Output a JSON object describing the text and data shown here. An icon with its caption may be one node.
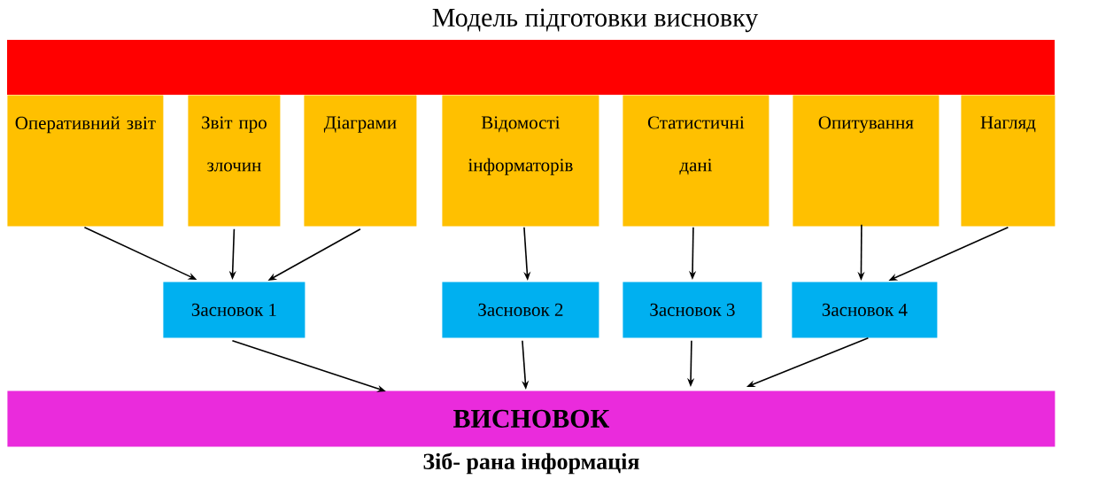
{
  "diagram": {
    "title": "Модель підготовки висновку",
    "nodes": [
      {
        "text": [
          "Оперативний звіт"
        ]
      },
      {
        "text": [
          "Звіт про злочин"
        ]
      },
      {
        "text": [
          "Діаграми"
        ]
      },
      {
        "text": [
          "Відомості інформаторів"
        ]
      },
      {
        "text": [
          "Статистичні дані"
        ]
      },
      {
        "text": [
          "Опитування"
        ]
      },
      {
        "text": [
          "Нагляд"
        ]
      },
      {
        "text": [
          "Засновок 1"
        ]
      },
      {
        "text": [
          "Засновок 2"
        ]
      },
      {
        "text": [
          "Засновок 3"
        ]
      },
      {
        "text": [
          "Засновок 4"
        ]
      },
      {
        "text": [
          "ВИСНОВОК"
        ],
        "beside": [
          "Зіб- рана інформація"
        ]
      }
    ],
    "edges": [
      {
        "from": 0,
        "to": 7,
        "arrow": "to"
      },
      {
        "from": 1,
        "to": 7,
        "arrow": "to"
      },
      {
        "from": 2,
        "to": 7,
        "arrow": "to"
      },
      {
        "from": 3,
        "to": 8,
        "arrow": "to"
      },
      {
        "from": 4,
        "to": 9,
        "arrow": "to"
      },
      {
        "from": 5,
        "to": 10,
        "arrow": "to"
      },
      {
        "from": 6,
        "to": 10,
        "arrow": "to"
      },
      {
        "from": 7,
        "to": 11,
        "arrow": "to"
      },
      {
        "from": 8,
        "to": 11,
        "arrow": "to"
      },
      {
        "from": 9,
        "to": 11,
        "arrow": "to"
      },
      {
        "from": 10,
        "to": 11,
        "arrow": "to"
      }
    ]
  }
}
